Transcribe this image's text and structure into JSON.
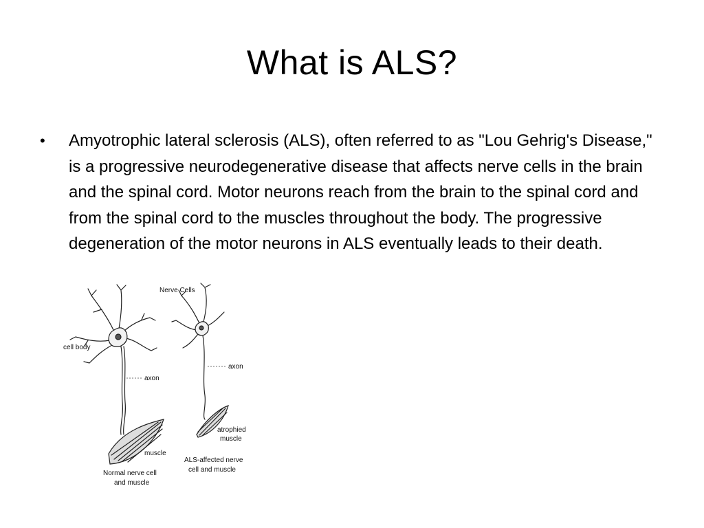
{
  "slide": {
    "title": "What is ALS?",
    "bullet_symbol": "•",
    "body": "Amyotrophic lateral sclerosis (ALS), often referred to as \"Lou Gehrig's Disease,\" is a progressive neurodegenerative disease that affects nerve cells in the brain and the spinal cord. Motor neurons reach from the brain to the spinal cord and from the spinal cord to the muscles throughout the body. The progressive degeneration of the motor neurons in ALS eventually leads to their death."
  },
  "figure": {
    "heading": "Nerve Cells",
    "labels": {
      "cell_body": "cell body",
      "axon_left": "axon",
      "muscle": "muscle",
      "axon_right": "axon",
      "atrophied_1": "atrophied",
      "atrophied_2": "muscle",
      "caption_left_1": "Normal nerve cell",
      "caption_left_2": "and muscle",
      "caption_right_1": "ALS-affected nerve",
      "caption_right_2": "cell and muscle"
    }
  }
}
